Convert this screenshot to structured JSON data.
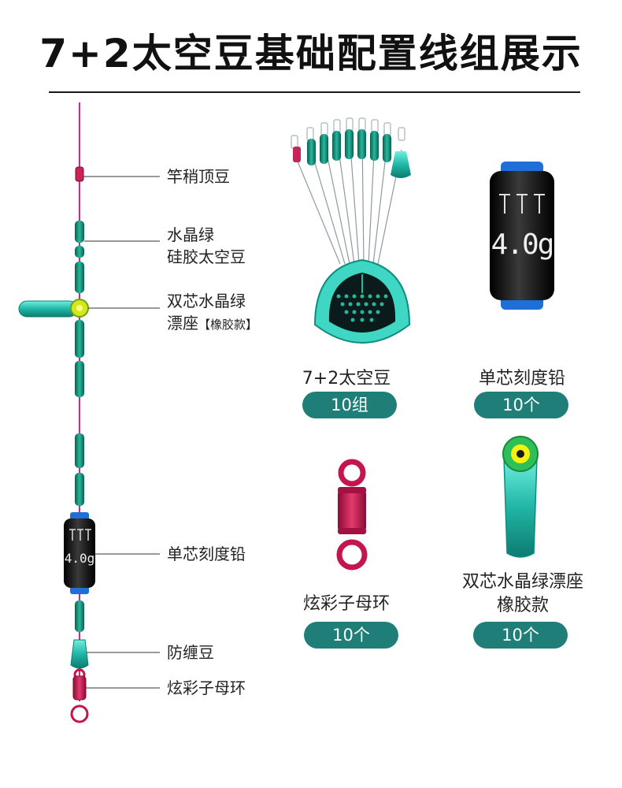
{
  "page": {
    "title": "7+2太空豆基础配置线组展示"
  },
  "colors": {
    "accent": "#1f7f78",
    "line": "#e0208a",
    "bead": "#1f9f86",
    "crystal": "#2fd4c0",
    "sinker": "#111111",
    "swivel": "#c4154d"
  },
  "callouts": [
    {
      "id": "top-bead",
      "lines": [
        "竿稍顶豆"
      ]
    },
    {
      "id": "space-bean",
      "lines": [
        "水晶绿",
        "硅胶太空豆"
      ]
    },
    {
      "id": "float-seat",
      "lines": [
        "双芯水晶绿",
        "漂座"
      ],
      "suffix": "【橡胶款】"
    },
    {
      "id": "sinker",
      "lines": [
        "单芯刻度铅"
      ]
    },
    {
      "id": "anti-tangle",
      "lines": [
        "防缠豆"
      ]
    },
    {
      "id": "swivel",
      "lines": [
        "炫彩子母环"
      ]
    }
  ],
  "products": [
    {
      "id": "space-bean-set",
      "name": "7+2太空豆",
      "qty": "10组"
    },
    {
      "id": "sinker",
      "name": "单芯刻度铅",
      "qty": "10个",
      "marking": "4.0g"
    },
    {
      "id": "swivel",
      "name": "炫彩子母环",
      "qty": "10个"
    },
    {
      "id": "float-seat",
      "name_lines": [
        "双芯水晶绿漂座",
        "橡胶款"
      ],
      "qty": "10个"
    }
  ],
  "rig": {
    "sinker_marking": "4.0g"
  }
}
